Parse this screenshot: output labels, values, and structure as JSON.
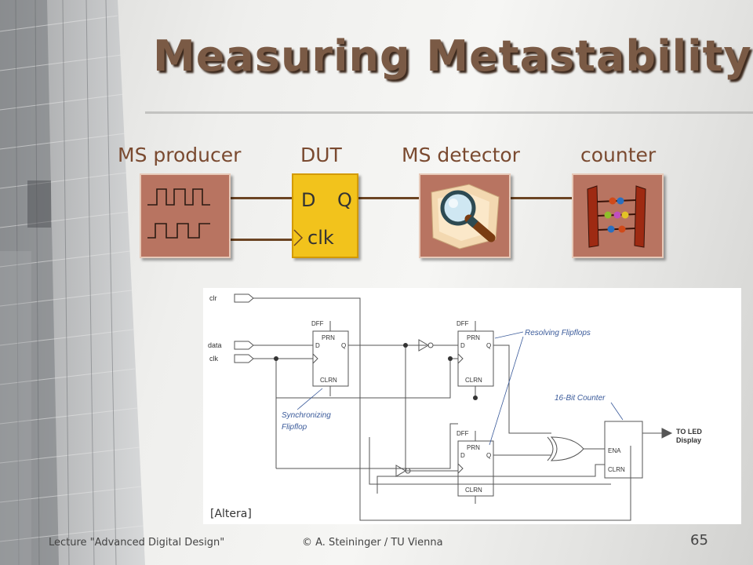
{
  "slide": {
    "title": "Measuring Metastability",
    "page_number": "65"
  },
  "stages": {
    "producer": "MS producer",
    "dut": "DUT",
    "detector": "MS detector",
    "counter": "counter"
  },
  "dut_pins": {
    "d": "D",
    "q": "Q",
    "clk": "clk"
  },
  "schematic": {
    "inputs": [
      "clr",
      "data",
      "clk"
    ],
    "dff_label": "DFF",
    "prn": "PRN",
    "clrn": "CLRN",
    "d": "D",
    "q": "Q",
    "ena": "ENA",
    "callout_resolving": "Resolving Flipflops",
    "callout_counter": "16-Bit Counter",
    "callout_sync_1": "Synchronizing",
    "callout_sync_2": "Flipflop",
    "output_1": "TO LED",
    "output_2": "Display",
    "source": "[Altera]"
  },
  "footer": {
    "lecture": "Lecture \"Advanced Digital Design\"",
    "copyright": "© A. Steininger / TU Vienna"
  },
  "colors": {
    "title": "#7a5a45",
    "stage_label": "#7a4a30",
    "block_fill": "#b87461",
    "dut_fill": "#f2c31c",
    "wire": "#6b4423",
    "callout": "#3a5a9a"
  }
}
